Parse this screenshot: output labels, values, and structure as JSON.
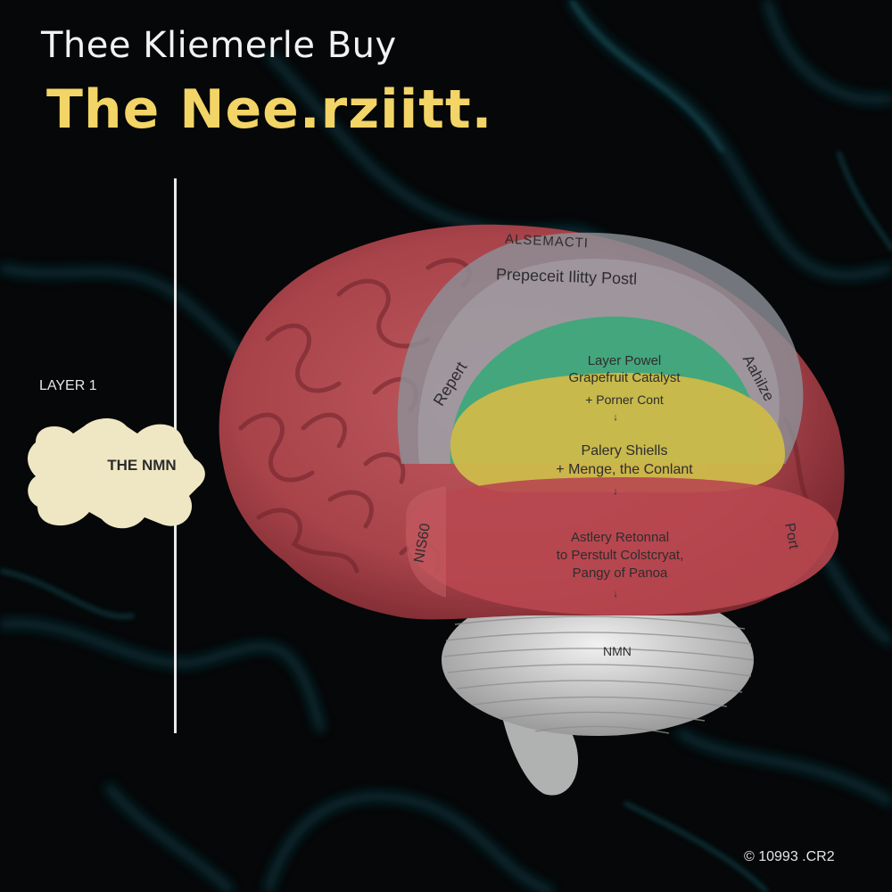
{
  "header": {
    "subtitle": "Thee Kliemerle Buy",
    "title": "The  Nee.rziitt."
  },
  "left_panel": {
    "layer_label": "LAYER 1",
    "tag_label": "THE NMN"
  },
  "diagram": {
    "outer_ring": {
      "top_label": "ALSEMACTI",
      "second_label": "Prepeceit Ilitty Postl",
      "left_label": "Repert",
      "right_label": "Aahilze"
    },
    "green_layer": {
      "line1": "Layer Powel",
      "line2": "Grapefruit Catalyst",
      "line3": "+ Porner Cont",
      "arrow": "↓"
    },
    "yellow_layer": {
      "line1": "Palery Shiells",
      "line2": "+ Menge, the Conlant",
      "arrow": "↓"
    },
    "red_layer": {
      "line1": "Astlery Retonnal",
      "line2": "to Perstult Colstcryat,",
      "line3": "Pangy of Panoa",
      "arrow": "↓",
      "left_label": "NIS60",
      "right_label": "Port"
    },
    "cerebellum_label": "NMN"
  },
  "footer": {
    "copyright": "© 10993 .CR2"
  },
  "colors": {
    "background": "#050708",
    "title_yellow": "#f3d466",
    "brain_red": "#a8434a",
    "green_layer": "#3fa67a",
    "yellow_layer": "#cdb94a",
    "red_layer": "#b84750",
    "ring_gray": "#8c9097",
    "tag_cream": "#efe7c4"
  }
}
